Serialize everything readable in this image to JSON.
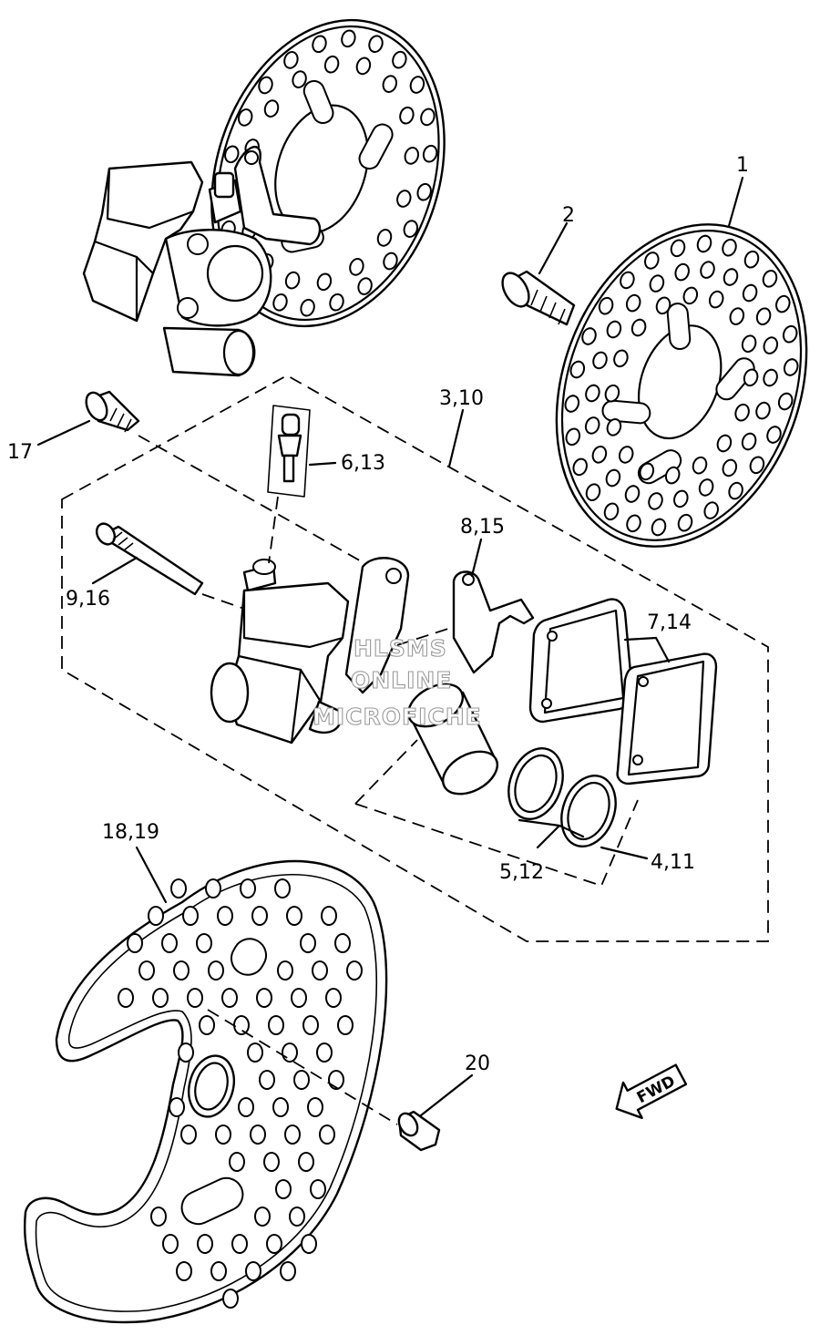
{
  "diagram": {
    "callouts": [
      {
        "id": "c1",
        "text": "1"
      },
      {
        "id": "c2",
        "text": "2"
      },
      {
        "id": "c3",
        "text": "3,10"
      },
      {
        "id": "c6",
        "text": "6,13"
      },
      {
        "id": "c17",
        "text": "17"
      },
      {
        "id": "c8",
        "text": "8,15"
      },
      {
        "id": "c9",
        "text": "9,16"
      },
      {
        "id": "c7",
        "text": "7,14"
      },
      {
        "id": "c5",
        "text": "5,12"
      },
      {
        "id": "c4",
        "text": "4,11"
      },
      {
        "id": "c18",
        "text": "18,19"
      },
      {
        "id": "c20",
        "text": "20"
      }
    ],
    "direction_badge": "FWD",
    "watermark": [
      "HLSMS",
      "ONLINE",
      "MICROFICHE"
    ]
  }
}
